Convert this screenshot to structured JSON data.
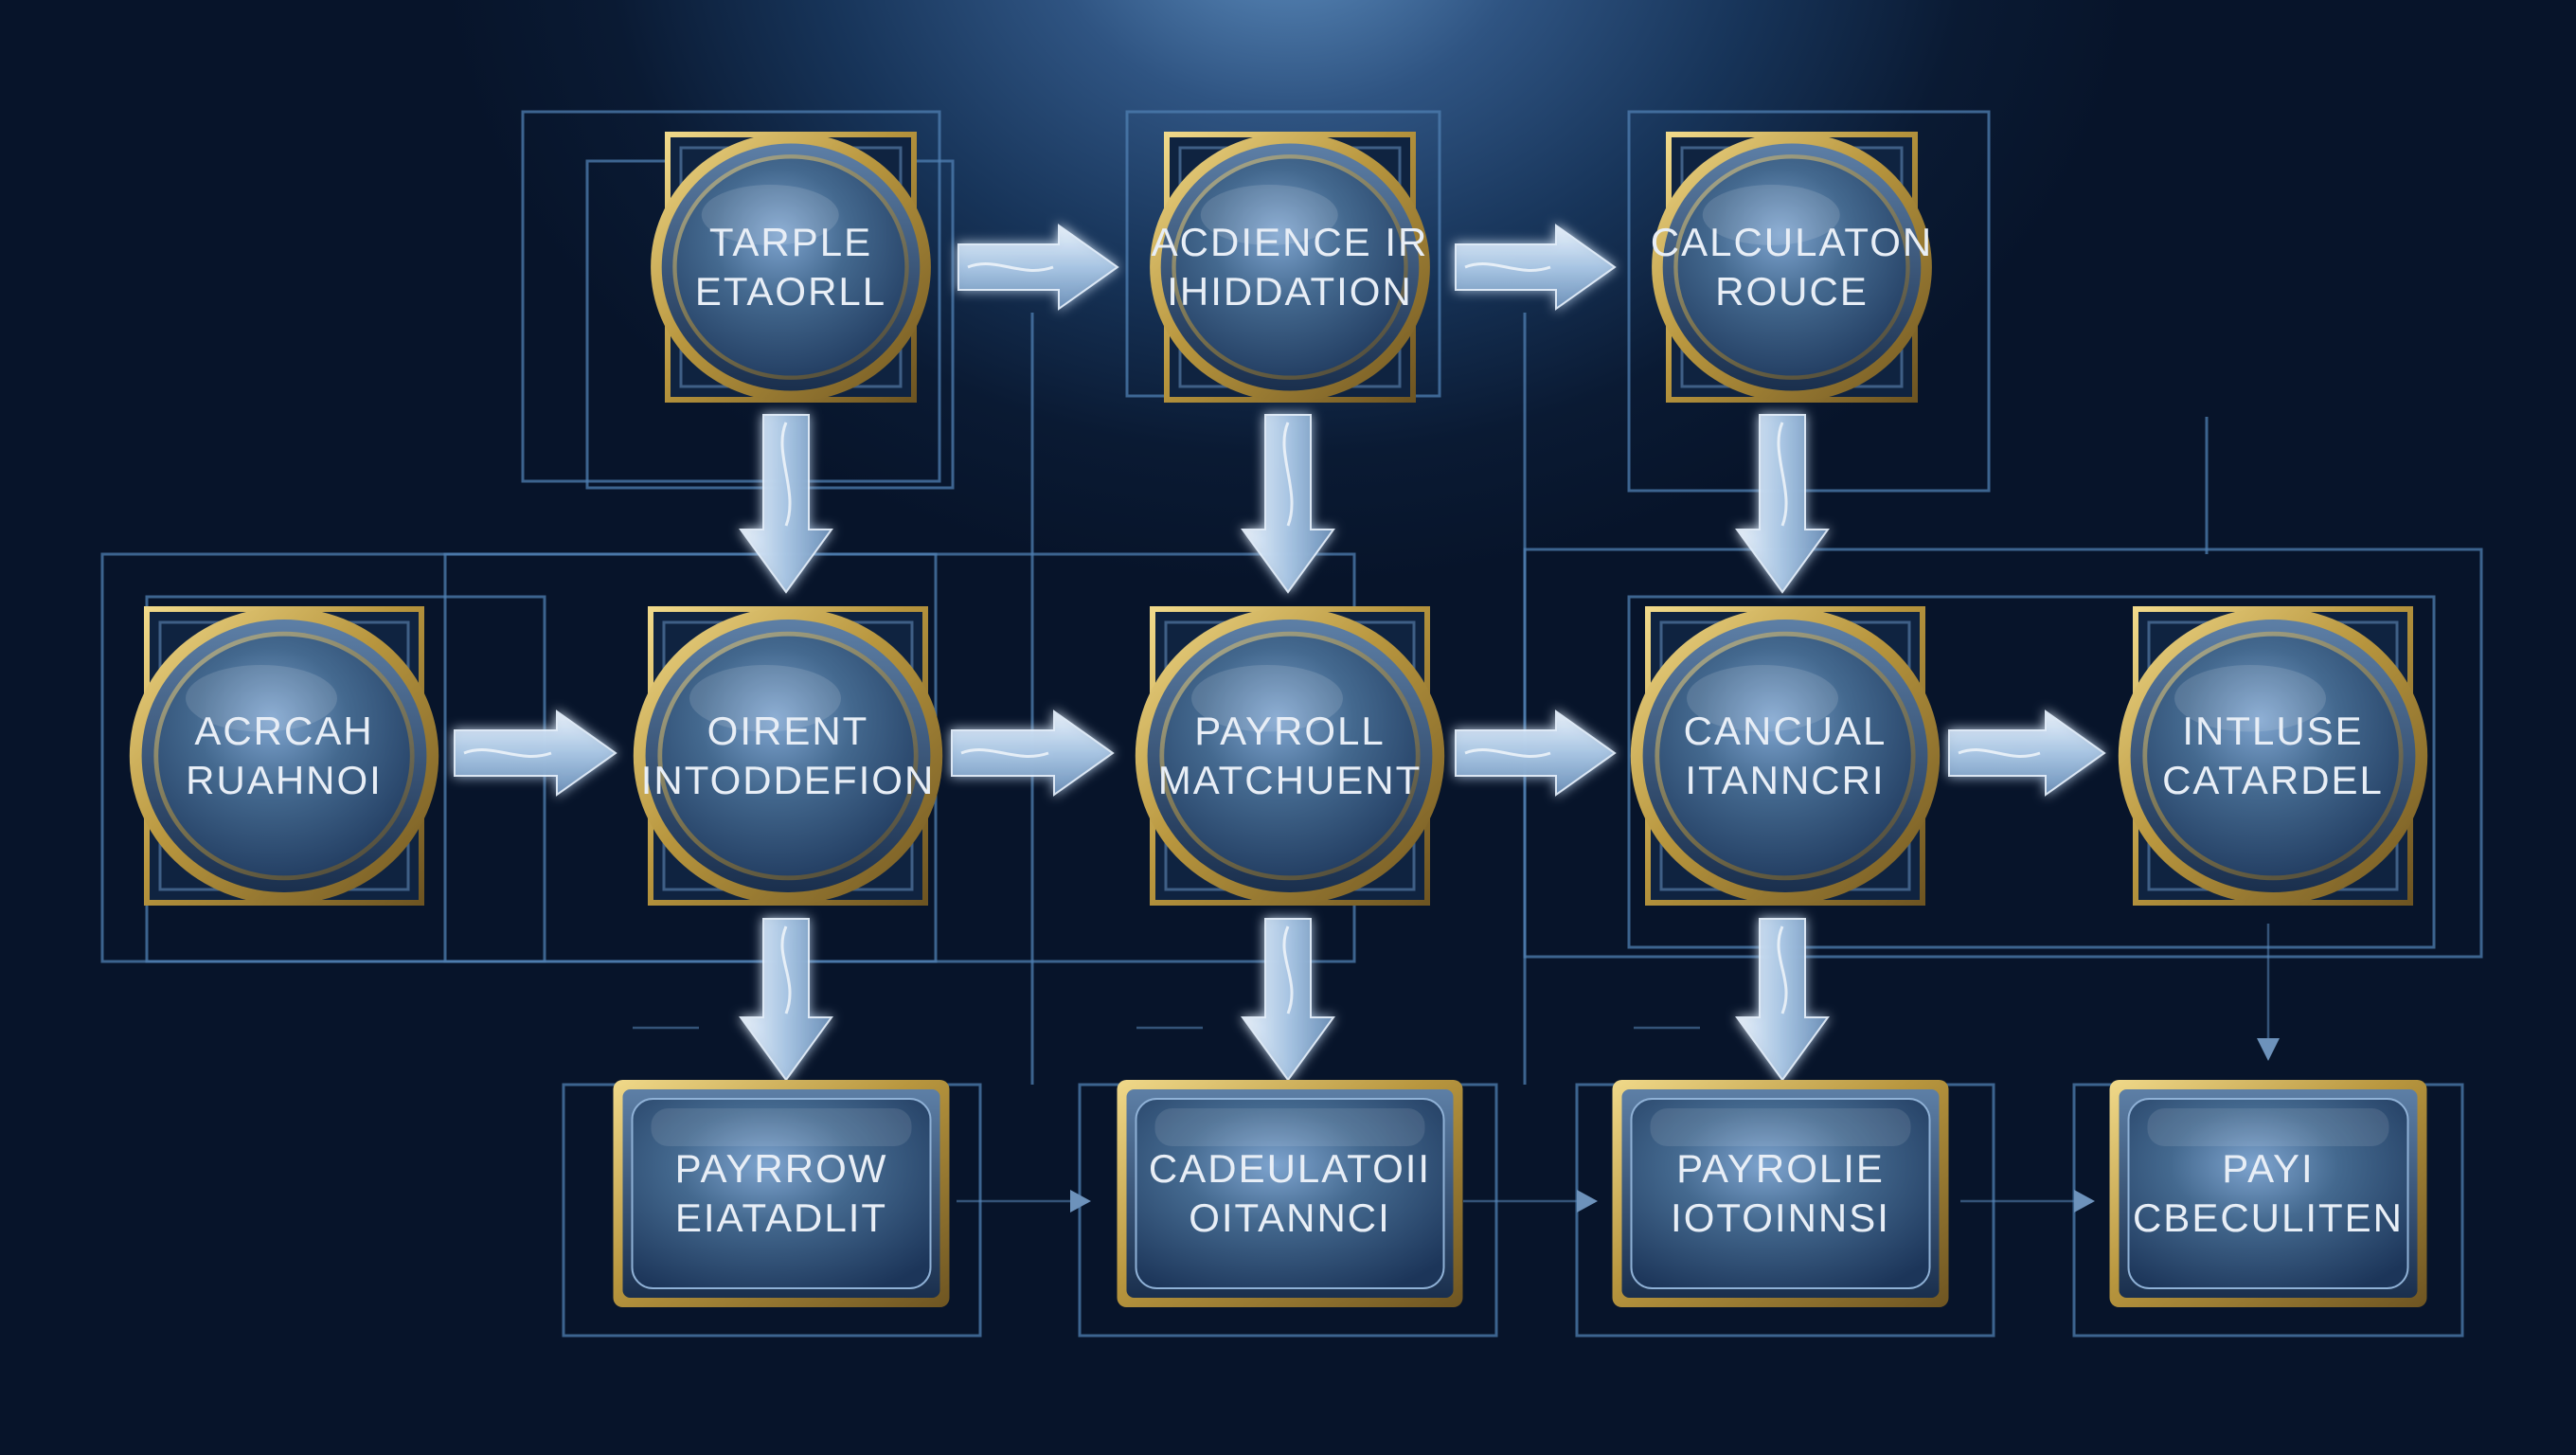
{
  "colors": {
    "gold": "#b8963e",
    "gold_light": "#e2c676",
    "steel_face": "#3a5f8c",
    "steel_dark": "#1d3a60",
    "wire": "#4f7fb2",
    "arrow": "#cfe1f3",
    "label": "#e8eef6"
  },
  "nodes": [
    {
      "id": "n1",
      "shape": "circle",
      "lines": [
        "TARPLE",
        "ETAORLL"
      ]
    },
    {
      "id": "n2",
      "shape": "circle",
      "lines": [
        "ACDIENCE IR",
        "IHIDDATION"
      ]
    },
    {
      "id": "n3",
      "shape": "circle",
      "lines": [
        "CALCULATON",
        "ROUCE"
      ]
    },
    {
      "id": "n4",
      "shape": "circle",
      "lines": [
        "ACRCAH",
        "RUAHNOI"
      ]
    },
    {
      "id": "n5",
      "shape": "circle",
      "lines": [
        "OIRENT",
        "INTODDEFION"
      ]
    },
    {
      "id": "n6",
      "shape": "circle",
      "lines": [
        "PAYROLL",
        "MATCHUENT"
      ]
    },
    {
      "id": "n7",
      "shape": "circle",
      "lines": [
        "CANCUAL",
        "ITANNCRI"
      ]
    },
    {
      "id": "n8",
      "shape": "circle",
      "lines": [
        "INTLUSE",
        "CATARDEL"
      ]
    },
    {
      "id": "n9",
      "shape": "rect",
      "lines": [
        "PAYRROW",
        "EIATADLIT"
      ]
    },
    {
      "id": "n10",
      "shape": "rect",
      "lines": [
        "CADEULATOII",
        "OITANNCI"
      ]
    },
    {
      "id": "n11",
      "shape": "rect",
      "lines": [
        "PAYROLIE",
        "IOTOINNSI"
      ]
    },
    {
      "id": "n12",
      "shape": "rect",
      "lines": [
        "PAYI",
        "CBECULITEN"
      ]
    }
  ]
}
